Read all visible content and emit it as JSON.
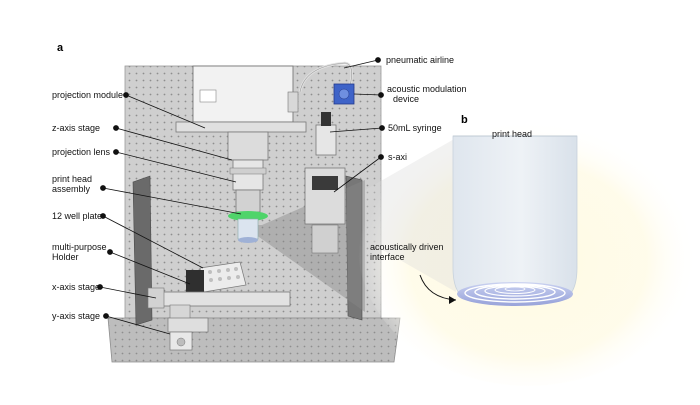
{
  "panels": {
    "a": "a",
    "b": "b"
  },
  "labels_left": {
    "projection_module": "projection module",
    "z_axis_stage": "z-axis stage",
    "projection_lens": "projection lens",
    "print_head_assembly_1": "print head",
    "print_head_assembly_2": "assembly",
    "well_plate": "12 well plate",
    "holder_1": "multi-purpose",
    "holder_2": "Holder",
    "x_axis_stage": "x-axis stage",
    "y_axis_stage": "y-axis stage"
  },
  "labels_right": {
    "pneumatic_airline": "pneumatic airline",
    "acoustic_1": "acoustic modulation",
    "acoustic_2": "device",
    "syringe": "50mL syringe",
    "s_axi": "s-axi"
  },
  "detail": {
    "print_head": "print head",
    "interface_1": "acoustically driven",
    "interface_2": "interface"
  },
  "colors": {
    "board": "#c9c9c9",
    "board_dark": "#a8a8a8",
    "glow": "#fffbe3",
    "head": "#e8eef4",
    "green_ring": "#4fd46a",
    "blue_module": "#3e63c8"
  }
}
